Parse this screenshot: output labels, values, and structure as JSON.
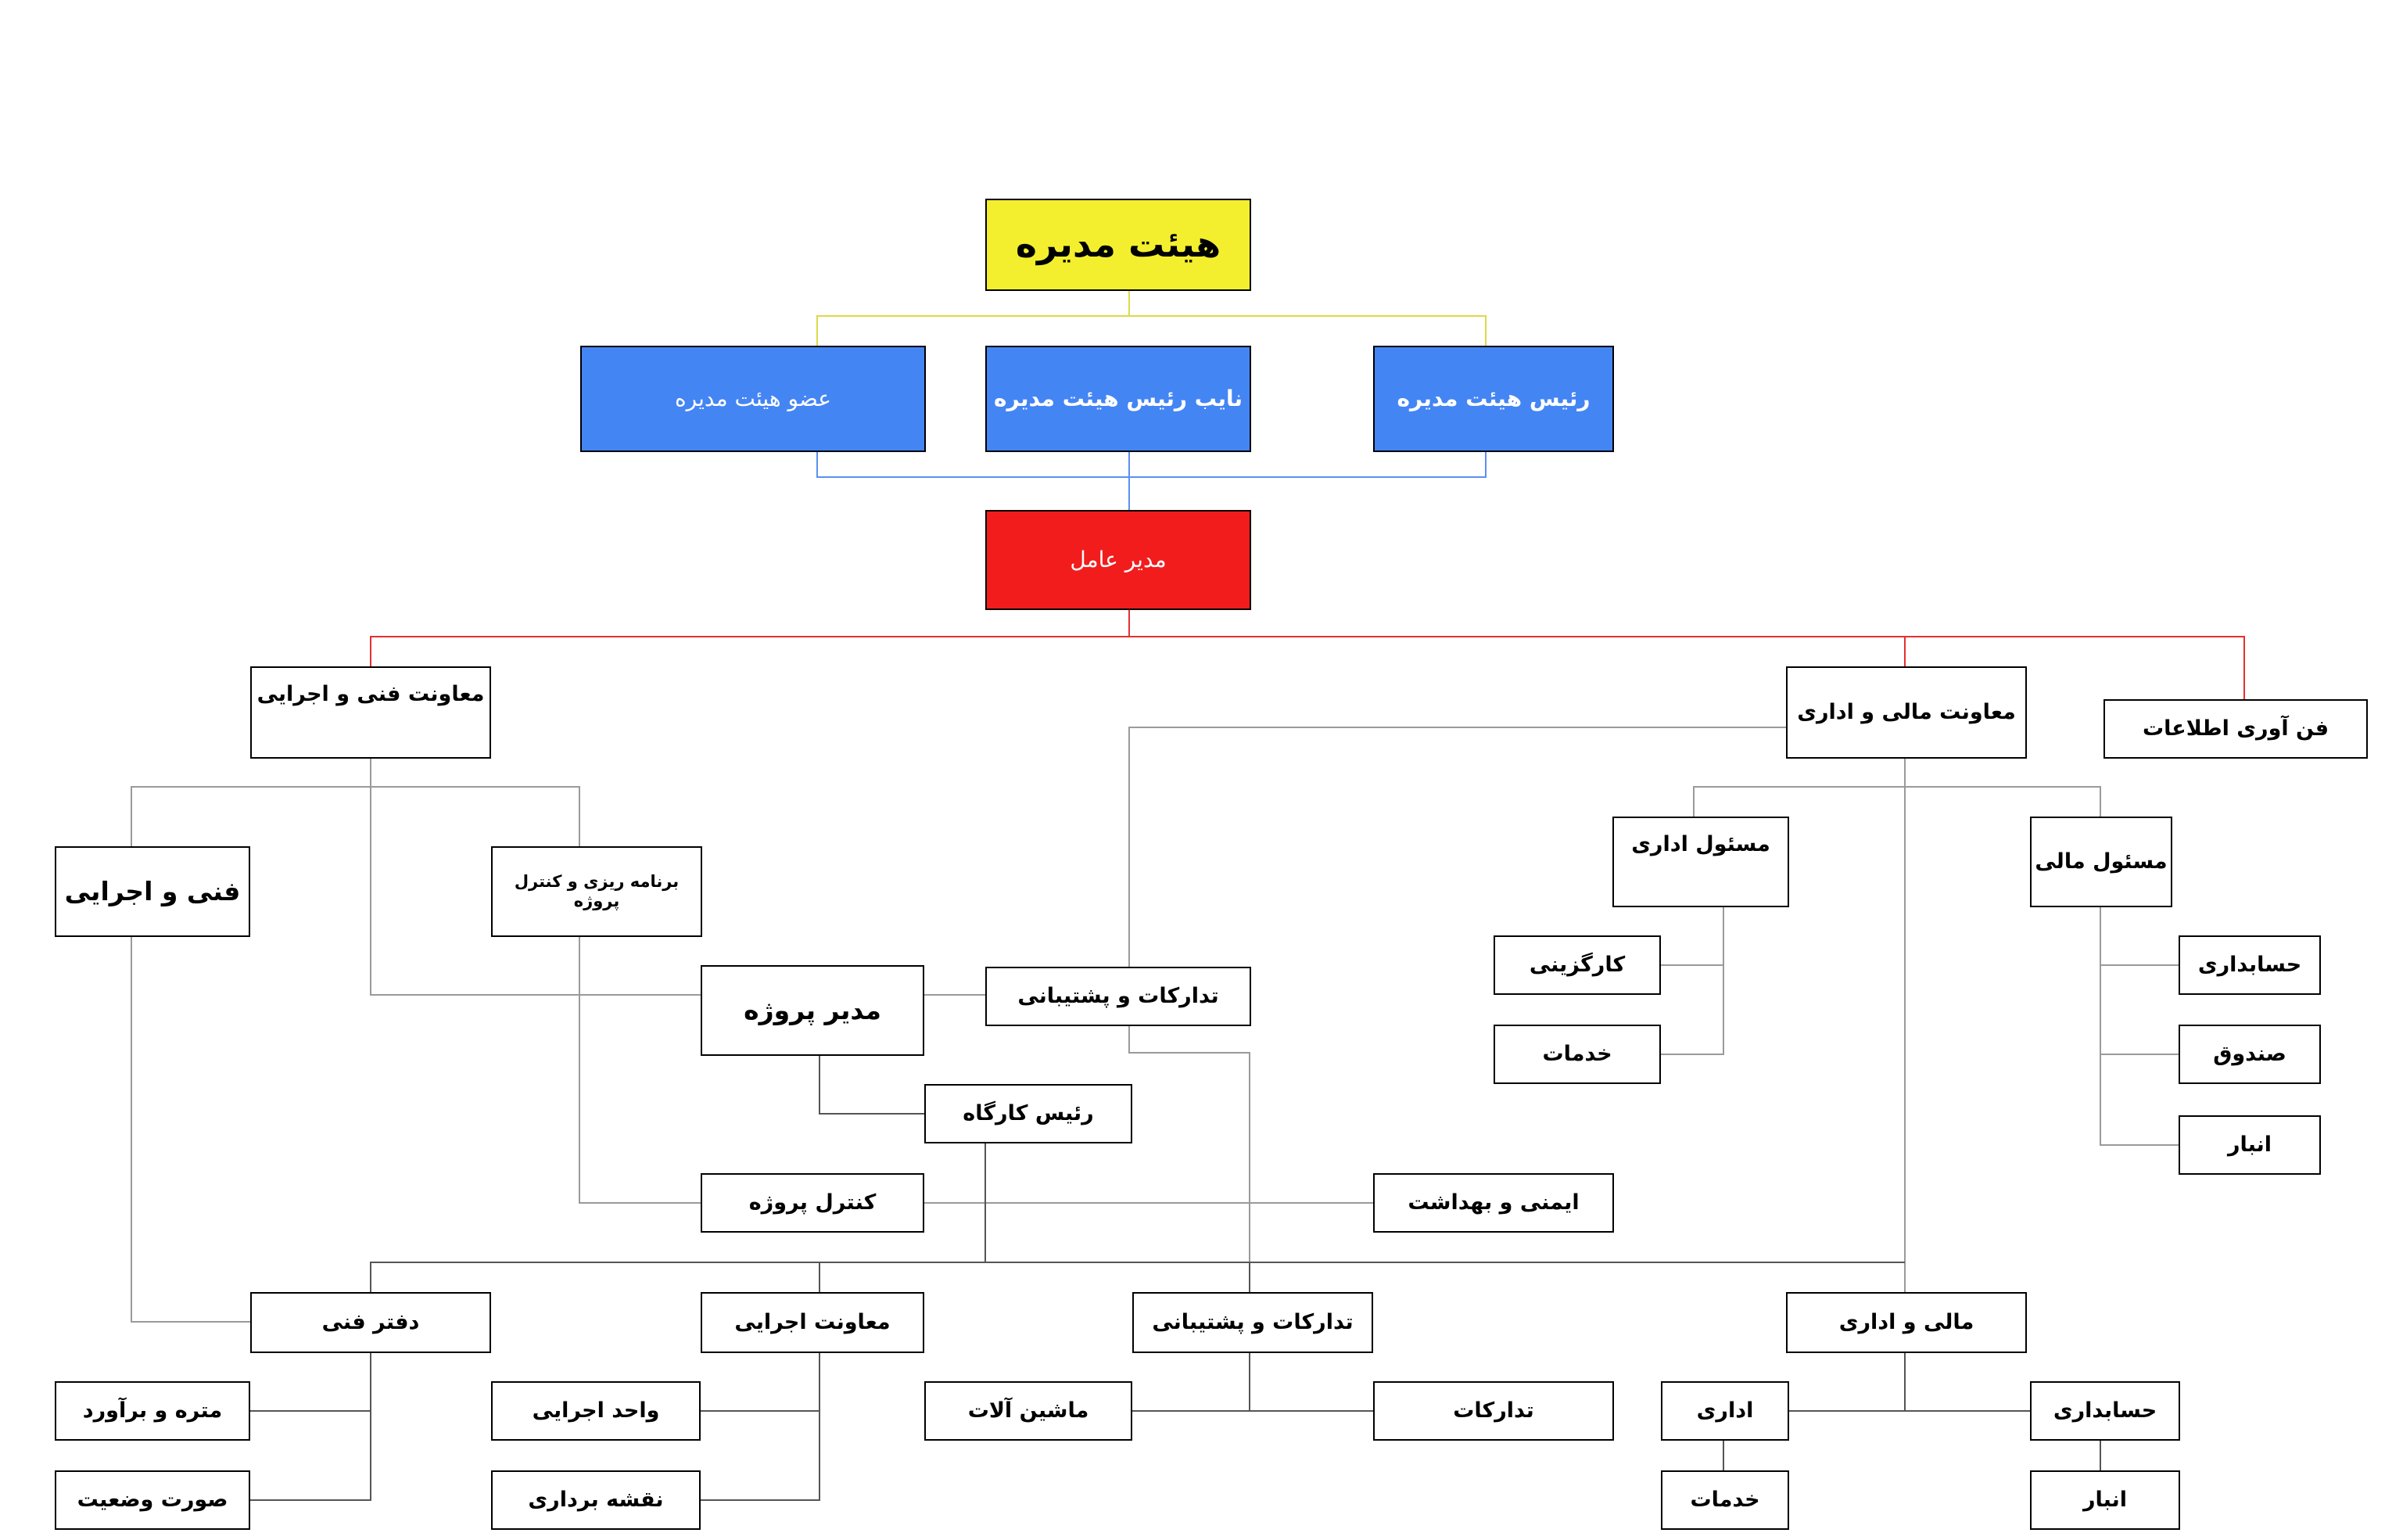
{
  "board": "هیئت مدیره",
  "chairman": "رئیس هیئت مدیره",
  "vice_chairman": "نایب رئیس هیئت مدیره",
  "member": "عضو هیئت مدیره",
  "ceo": "مدیر عامل",
  "it": "فن آوری اطلاعات",
  "finance_admin_deputy": "معاونت مالی و اداری",
  "technical_deputy": "معاونت فنی و اجرایی",
  "finance_officer": "مسئول مالی",
  "admin_officer": "مسئول اداری",
  "accounting_1": "حسابداری",
  "cash_box": "صندوق",
  "warehouse_1": "انبار",
  "recruitment": "کارگزینی",
  "services_1": "خدمات",
  "technical_executive": "فنی و اجرایی",
  "planning_control": "برنامه ریزی و کنترل پروژه",
  "project_manager": "مدیر پروژه",
  "procurement_support_1": "تدارکات و پشتیبانی",
  "site_manager": "رئیس کارگاه",
  "project_control": "کنترل پروژه",
  "hse": "ایمنی و بهداشت",
  "technical_office": "دفتر فنی",
  "executive_deputy": "معاونت اجرایی",
  "procurement_support_2": "تدارکات و پشتیبانی",
  "finance_admin": "مالی و اداری",
  "quantity_estimate": "متره و برآورد",
  "status_report": "صورت وضعیت",
  "executive_unit": "واحد اجرایی",
  "surveying": "نقشه برداری",
  "machinery": "ماشین آلات",
  "procurement": "تدارکات",
  "admin": "اداری",
  "services_2": "خدمات",
  "accounting_2": "حسابداری",
  "warehouse_2": "انبار",
  "colors": {
    "board": "#f4ef2e",
    "board_members": "#4485f4",
    "ceo": "#f21c1d",
    "yellow_line": "#ddd84a",
    "blue_line": "#5b8ff0",
    "red_line": "#e53030",
    "gray_line": "#9a9a9a",
    "dark_line": "#555555"
  }
}
